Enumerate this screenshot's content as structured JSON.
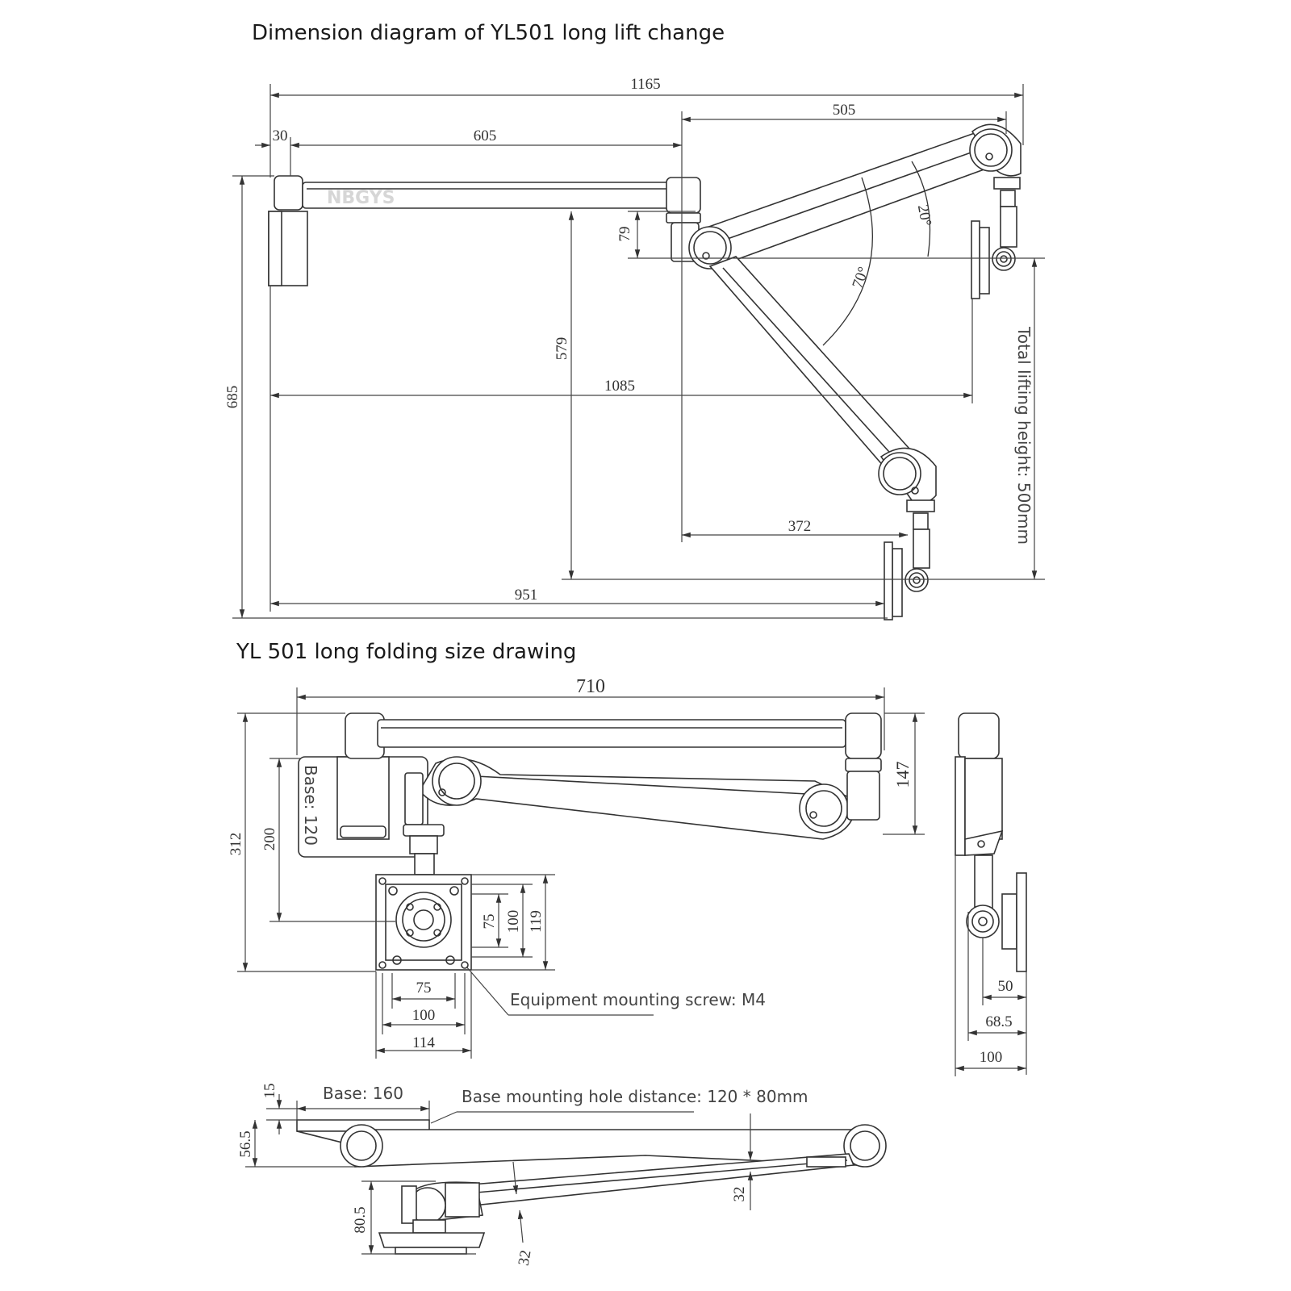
{
  "titles": {
    "lift": "Dimension diagram of YL501 long lift change",
    "folding": "YL 501 long folding size drawing"
  },
  "lift_dims": {
    "d1165": "1165",
    "d505": "505",
    "d30": "30",
    "d605": "605",
    "d79": "79",
    "d20deg": "20°",
    "d70deg": "70°",
    "d579": "579",
    "d685": "685",
    "d1085": "1085",
    "d372": "372",
    "d951": "951",
    "total_lift": "Total lifting height: 500mm"
  },
  "fold_dims": {
    "d710": "710",
    "d147": "147",
    "base120": "Base: 120",
    "d312": "312",
    "d200": "200",
    "d75v": "75",
    "d100v": "100",
    "d119": "119",
    "d75h": "75",
    "d100h": "100",
    "d114": "114",
    "screw": "Equipment mounting screw: M4",
    "d50": "50",
    "d68_5": "68.5",
    "d100s": "100"
  },
  "bottom_dims": {
    "d15": "15",
    "base160": "Base: 160",
    "hole": "Base mounting hole distance: 120 * 80mm",
    "d56_5": "56.5",
    "d32a": "32",
    "d80_5": "80.5",
    "d32b": "32"
  },
  "watermark": "NBGYS",
  "colors": {
    "line": "#333333",
    "dim": "#555555",
    "fill": "#ffffff"
  }
}
